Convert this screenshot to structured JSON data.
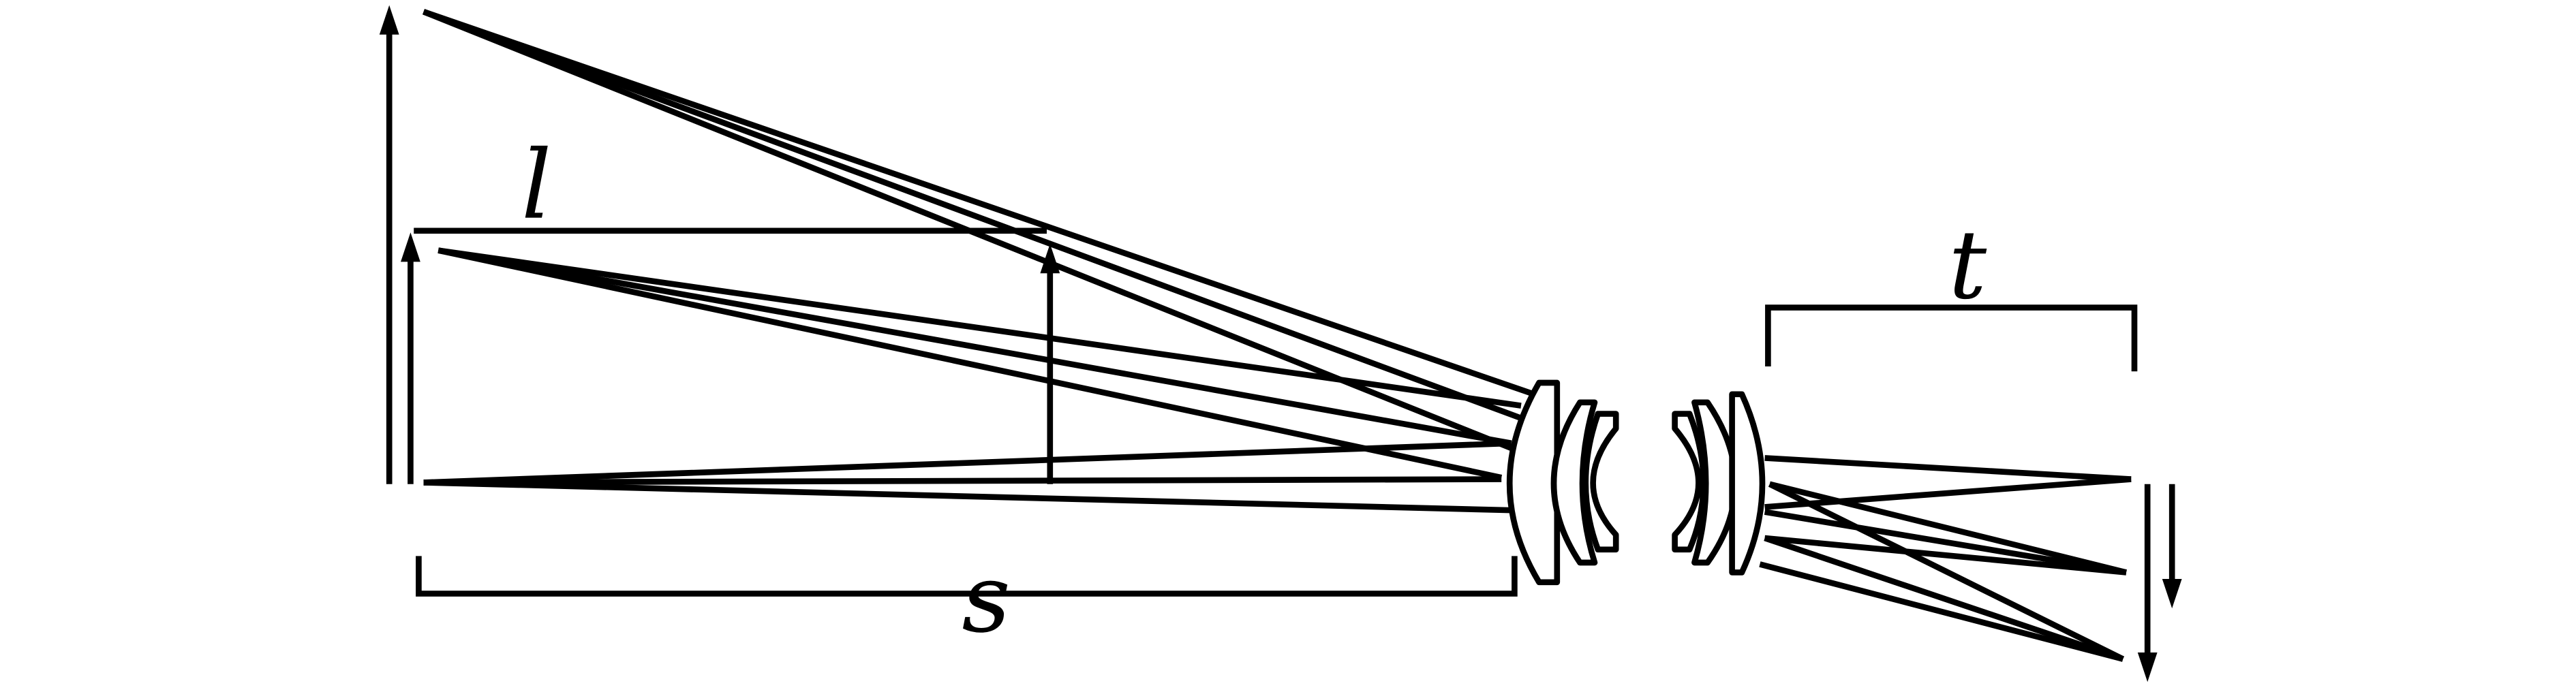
{
  "diagram": {
    "labels": {
      "l": "l",
      "s": "s",
      "t": "t"
    },
    "colors": {
      "line": "#000000",
      "background": "#ffffff"
    }
  }
}
